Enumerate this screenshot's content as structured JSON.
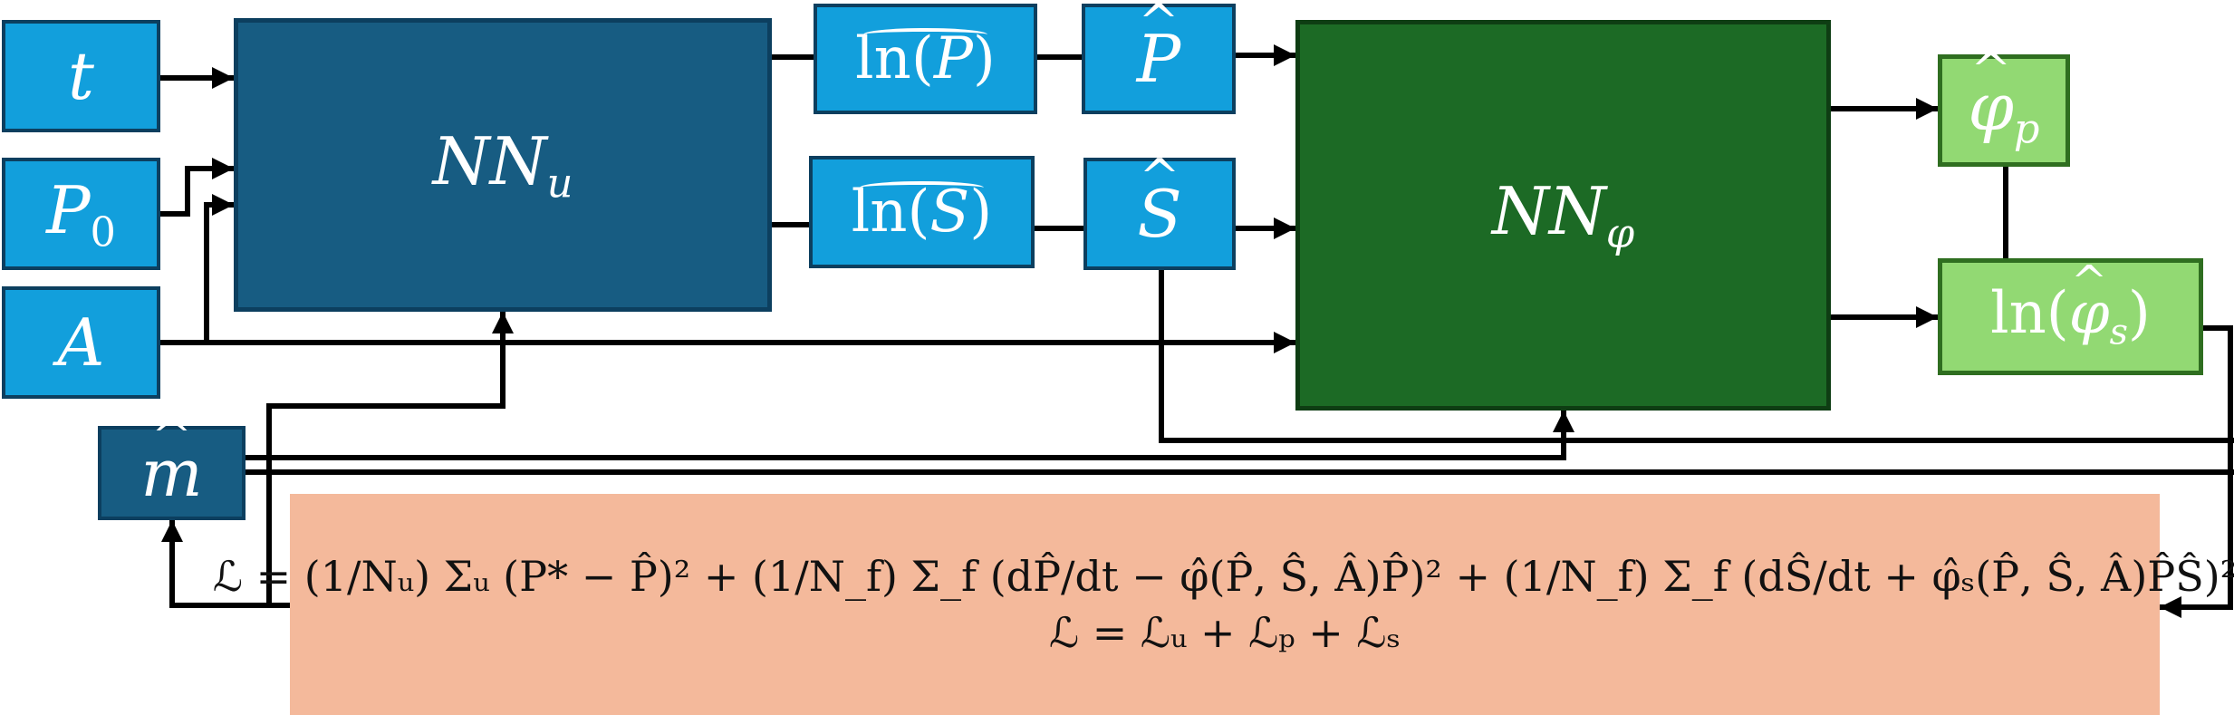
{
  "inputs": {
    "t": "t",
    "p0_main": "P",
    "p0_sub": "0",
    "a": "A"
  },
  "networks": {
    "nnu_main": "NN",
    "nnu_sub": "u",
    "nnphi_main": "NN",
    "nnphi_sub": "φ"
  },
  "intermediates": {
    "lnP_prefix": "ln(",
    "lnP_var": "P",
    "lnP_suffix": ")",
    "lnS_prefix": "ln(",
    "lnS_var": "S",
    "lnS_suffix": ")",
    "p_hat": "P",
    "s_hat": "S"
  },
  "outputs": {
    "phi_p_main": "φ",
    "phi_p_sub": "p",
    "ln_phi_s_prefix": "ln(",
    "ln_phi_s_main": "φ",
    "ln_phi_s_sub": "s",
    "ln_phi_s_suffix": ")"
  },
  "m_hat": "m",
  "loss": {
    "line1": "ℒ = (1/Nᵤ) Σᵤ (P* − P̂)² + (1/N_f) Σ_f (dP̂/dt − φ̂(P̂, Ŝ, Â)P̂)² + (1/N_f) Σ_f (dŜ/dt + φ̂ₛ(P̂, Ŝ, Â)P̂Ŝ)²",
    "line2": "ℒ = ℒᵤ + ℒₚ + ℒₛ"
  },
  "colors": {
    "input_fill": "#129fdc",
    "nnu_fill": "#175c82",
    "nnphi_fill": "#1c6a25",
    "output_fill": "#92d973",
    "loss_fill": "#f4b99b",
    "wire": "#000000"
  }
}
